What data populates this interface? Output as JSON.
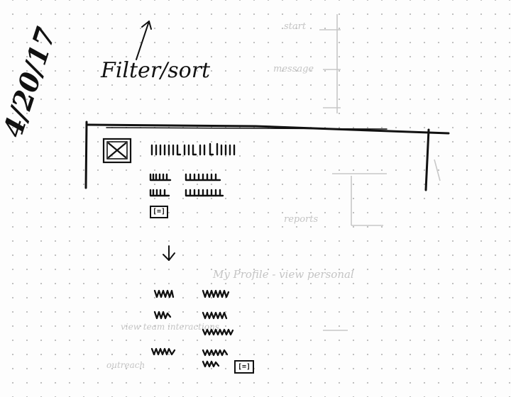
{
  "date": "4/20/17",
  "title": "Filter/sort",
  "checkbox_state": "checked",
  "box_button_glyph": "[=]",
  "bottom_button_glyph": "[=]",
  "colors": {
    "ink": "#111111",
    "faint_ink": "#c4c4c4",
    "paper": "#fdfdfd",
    "dots": "#bdbdbd"
  },
  "icons": [
    "arrow-up-right-icon",
    "checkbox-icon",
    "arrow-down-icon",
    "button-icon"
  ],
  "faint_backside_notes": [
    "start",
    "message",
    "reports",
    "My Profile - view personal",
    "view team interactions",
    "outreach"
  ]
}
